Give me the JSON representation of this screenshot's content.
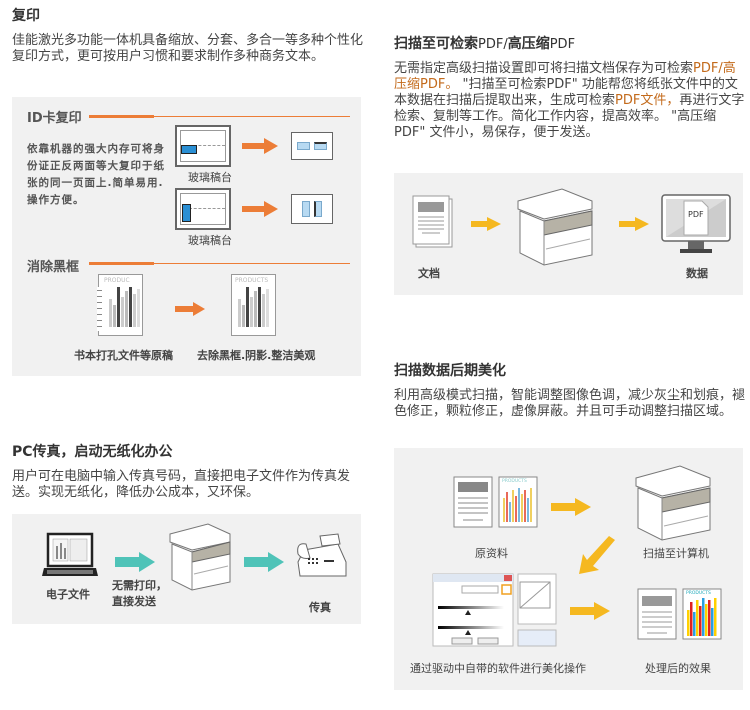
{
  "sections": {
    "copy": {
      "title": "复印",
      "body": "佳能激光多功能一体机具备缩放、分套、多合一等多种个性化复印方式，更可按用户习惯和要求制作多种商务文本。",
      "id_card": {
        "subtitle": "ID卡复印",
        "description": "依靠机器的强大内存可将身份证正反两面等大复印于纸张的同一页面上.简单易用.操作方便。",
        "glass_label_1": "玻璃稿台",
        "glass_label_2": "玻璃稿台"
      },
      "erase_frame": {
        "subtitle": "消除黑框",
        "doc_label_before": "PRODUC",
        "doc_label_after": "PRODUCTS",
        "caption_before": "书本打孔文件等原稿",
        "caption_after": "去除黑框.阴影.整洁美观"
      }
    },
    "pc_fax": {
      "title": "PC传真，启动无纸化办公",
      "body": "用户可在电脑中输入传真号码，直接把电子文件作为传真发送。实现无纸化，降低办公成本，又环保。",
      "caption_file": "电子文件",
      "caption_no_print_1": "无需打印，",
      "caption_no_print_2": "直接发送",
      "caption_fax": "传真"
    },
    "scan_pdf": {
      "title_a": "扫描至可检索",
      "title_b": "PDF/",
      "title_c": "高压缩",
      "title_d": "PDF",
      "body_1": "无需指定高级扫描设置即可将扫描文档保存为可检索",
      "body_2": "PDF/高压缩PDF。",
      "body_3": " \"扫描至可检索PDF\" 功能帮您将纸张文件中的文本数据在扫描后提取出来，生成可检索",
      "body_4": "PDF文件，",
      "body_5": "再进行文字检索、复制等工作。简化工作内容，提高效率。 \"高压缩PDF\" 文件小，易保存，便于发送。",
      "caption_doc": "文档",
      "caption_data": "数据",
      "screen_label": "PDF"
    },
    "scan_beautify": {
      "title": "扫描数据后期美化",
      "body": "利用高级模式扫描，智能调整图像色调，减少灰尘和划痕，褪色修正，颗粒修正，虚像屏蔽。并且可手动调整扫描区域。",
      "caption_source": "原资料",
      "caption_scan_to_pc": "扫描至计算机",
      "caption_software": "通过驱动中自带的软件进行美化操作",
      "caption_result": "处理后的效果",
      "doc_label": "PRODUCTS"
    }
  },
  "colors": {
    "accent_orange": "#ec7d37",
    "accent_teal": "#4fc3b8",
    "accent_yellow": "#f5b820",
    "panel_bg": "#f1f1f1",
    "card_blue": "#2a8fd4"
  }
}
